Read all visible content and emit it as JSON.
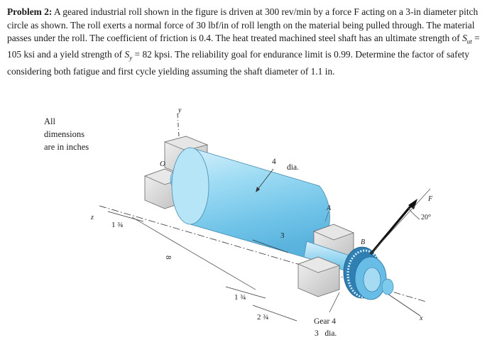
{
  "problem": {
    "label": "Problem 2:",
    "text_1": " A geared industrial roll shown in the figure is driven at 300 rev/min by a force F acting on a 3-in diameter pitch circle as shown. The roll exerts a normal force of 30 lbf/in of roll length on the material being pulled through. The material passes under the roll. The coefficient of friction is 0.4. The heat treated machined steel shaft has an ultimate strength of ",
    "sut_symbol": "S",
    "sut_sub": "ut",
    "text_2": " = 105 ksi and a yield strength of ",
    "sy_symbol": "S",
    "sy_sub": "y",
    "text_3": " = 82 kpsi. The reliability goal for endurance limit is 0.99. Determine the factor of safety considering both fatigue and first cycle yielding assuming the shaft diameter of 1.1 in."
  },
  "figure": {
    "dims_note_line1": "All",
    "dims_note_line2": "dimensions",
    "dims_note_line3": "are in inches",
    "axis_y": "y",
    "axis_z": "z",
    "axis_x": "x",
    "point_o": "O",
    "point_a": "A",
    "point_b": "B",
    "force_f": "F",
    "angle_label": "20°",
    "dim_roll_dia_value": "4",
    "dim_roll_dia_unit": "dia.",
    "dim_1_3_4_left": "1 ¾",
    "dim_8": "8",
    "dim_3": "3",
    "dim_1_3_4_bottom": "1 ¾",
    "dim_2_3_4": "2 ¾",
    "gear_label_line1": "Gear 4",
    "gear_label_line2": "3   dia."
  }
}
